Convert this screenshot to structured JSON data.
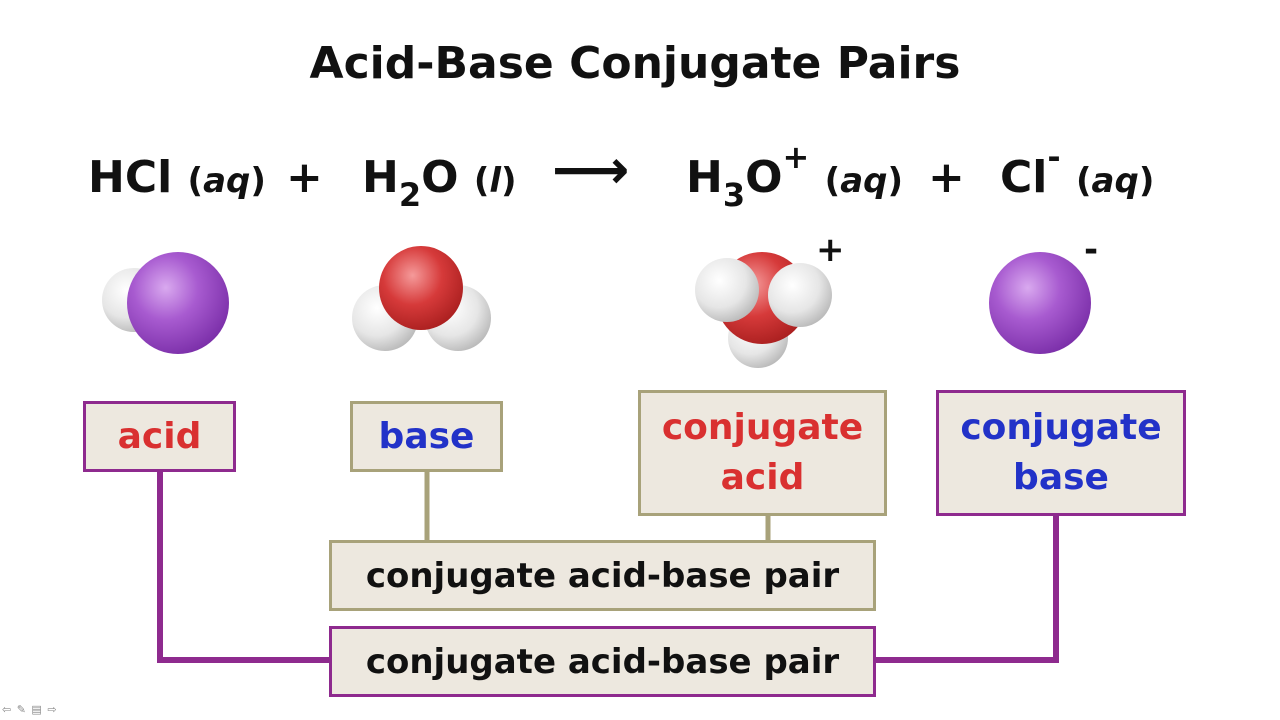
{
  "title": "Acid-Base Conjugate Pairs",
  "equation": {
    "reactant1": {
      "formula": "HCl",
      "state": "aq"
    },
    "plus1": "+",
    "reactant2": {
      "formula_main": "H",
      "sub": "2",
      "formula_tail": "O",
      "state": "l"
    },
    "arrow": "⟶",
    "product1": {
      "formula_main": "H",
      "sub": "3",
      "formula_tail": "O",
      "sup": "+",
      "state": "aq"
    },
    "plus2": "+",
    "product2": {
      "formula": "Cl",
      "sup": "-",
      "state": "aq"
    }
  },
  "charges": {
    "hydronium": "+",
    "chloride": "-"
  },
  "labels": {
    "acid": "acid",
    "base": "base",
    "conjugate_acid_line1": "conjugate",
    "conjugate_acid_line2": "acid",
    "conjugate_base_line1": "conjugate",
    "conjugate_base_line2": "base"
  },
  "pairs": {
    "inner": "conjugate acid-base pair",
    "outer": "conjugate acid-base pair"
  },
  "colors": {
    "acid_text": "#d93030",
    "base_text": "#2232c8",
    "olive_border": "#a8a27a",
    "purple_border": "#8e2a8e",
    "box_fill": "#ede8df",
    "chlorine": "#9b4fc4",
    "oxygen": "#d63a3a",
    "hydrogen": "#e8e8e8"
  },
  "nav": {
    "icons": "⇦ ✎ ▤ ⇨"
  }
}
